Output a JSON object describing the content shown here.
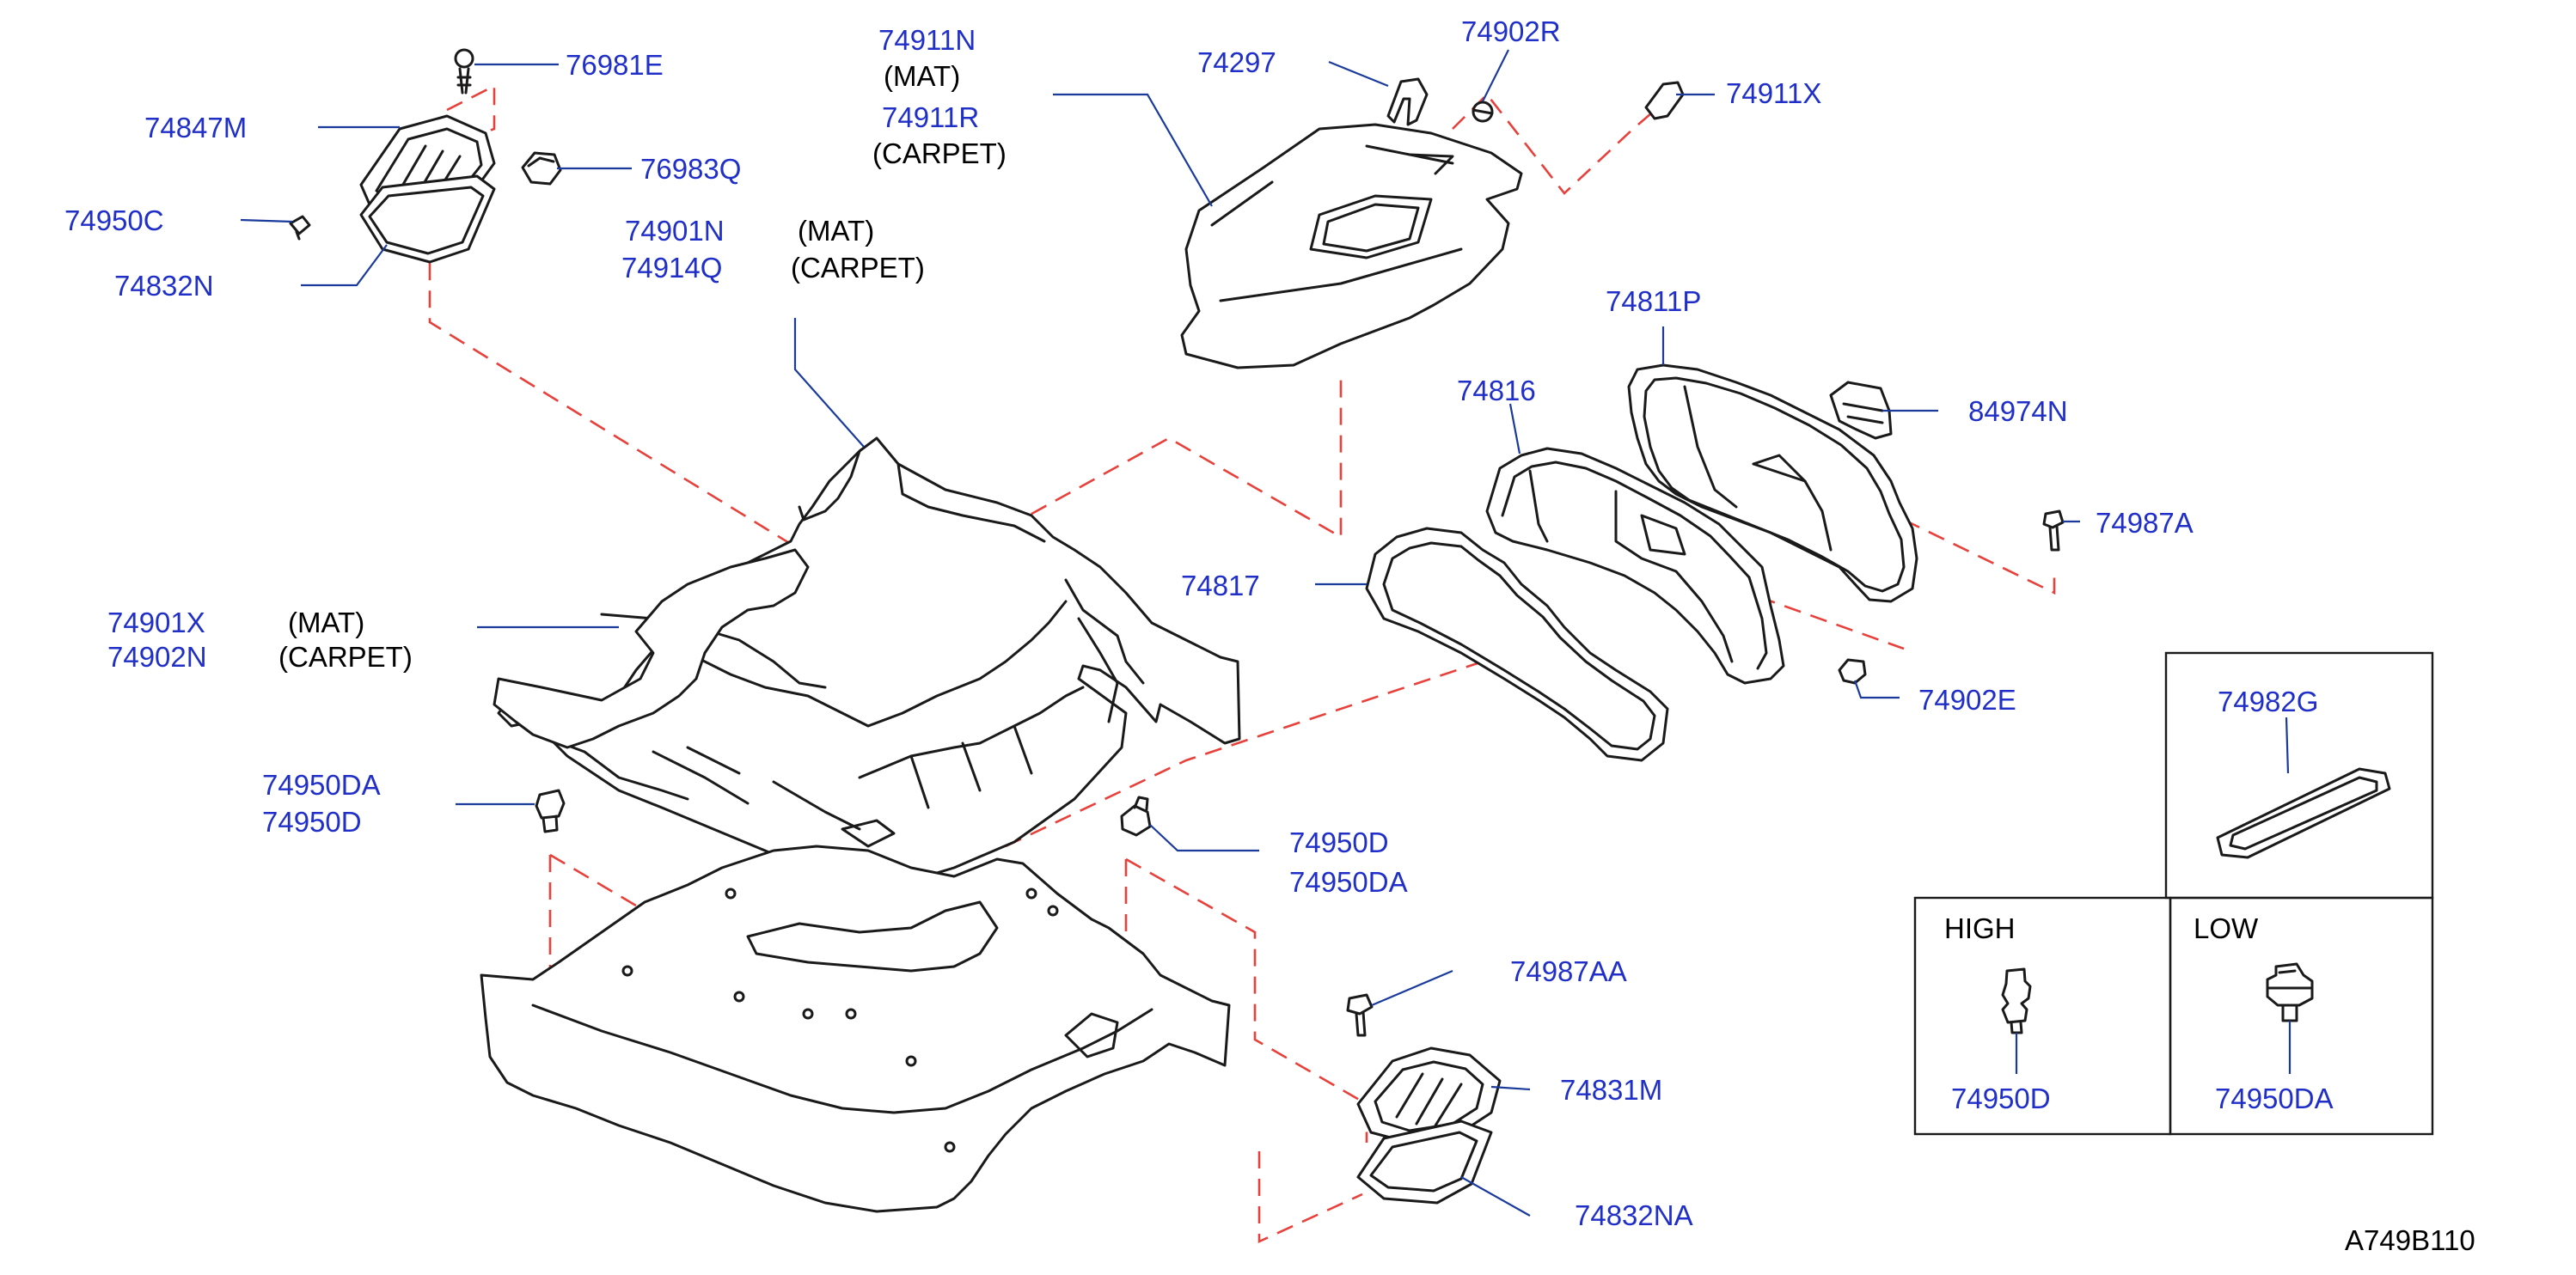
{
  "labels": {
    "p76981E": "76981E",
    "p74847M": "74847M",
    "p74950C": "74950C",
    "p74832N": "74832N",
    "p76983Q": "76983Q",
    "p74911N": "74911N",
    "p74911R": "74911R",
    "p74297": "74297",
    "p74902R": "74902R",
    "p74911X": "74911X",
    "p74901N": "74901N",
    "p74914Q": "74914Q",
    "p74811P": "74811P",
    "p74816": "74816",
    "p84974N": "84974N",
    "p74987A": "74987A",
    "p74817": "74817",
    "p74901X": "74901X",
    "p74902N": "74902N",
    "p74950DA_left": "74950DA",
    "p74950D_left": "74950D",
    "p74950D_mid": "74950D",
    "p74950DA_mid": "74950DA",
    "p74902E": "74902E",
    "p74987AA": "74987AA",
    "p74831M": "74831M",
    "p74832NA": "74832NA",
    "p74982G": "74982G",
    "p74950D_box": "74950D",
    "p74950DA_box": "74950DA"
  },
  "notes": {
    "mat": "(MAT)",
    "carpet": "(CARPET)"
  },
  "inset": {
    "high": "HIGH",
    "low": "LOW"
  },
  "diagram_code": "A749B110",
  "colors": {
    "part_number": "#1f2fc8",
    "leader_line": "#1a3a9c",
    "dashed_line": "#e8403a",
    "outline": "#1a1a1a"
  }
}
